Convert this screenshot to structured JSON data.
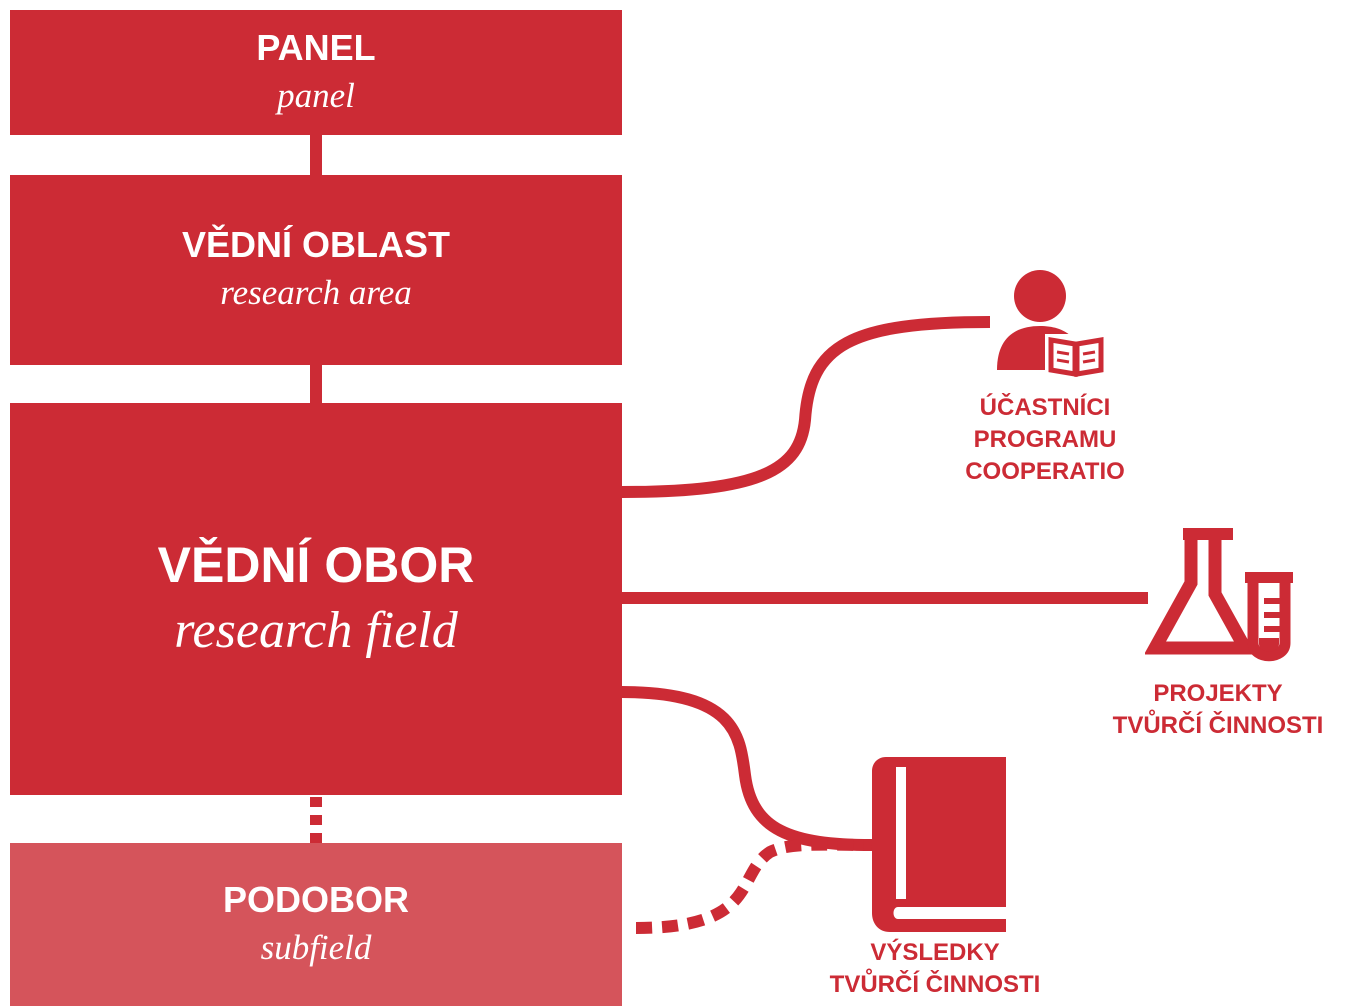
{
  "colors": {
    "primary": "#cc2b35",
    "secondary": "#d5545b"
  },
  "boxes": {
    "panel": {
      "title": "PANEL",
      "subtitle": "panel"
    },
    "area": {
      "title": "VĚDNÍ OBLAST",
      "subtitle": "research area"
    },
    "field": {
      "title": "VĚDNÍ OBOR",
      "subtitle": "research field"
    },
    "subfield": {
      "title": "PODOBOR",
      "subtitle": "subfield"
    }
  },
  "outputs": {
    "participants": {
      "icon": "person-with-book-icon",
      "lines": [
        "ÚČASTNÍCI",
        "PROGRAMU",
        "COOPERATIO"
      ]
    },
    "projects": {
      "icon": "flask-and-test-tube-icon",
      "lines": [
        "PROJEKTY",
        "TVŮRČÍ ČINNOSTI"
      ]
    },
    "results": {
      "icon": "book-icon",
      "lines": [
        "VÝSLEDKY",
        "TVŮRČÍ ČINNOSTI"
      ]
    }
  }
}
